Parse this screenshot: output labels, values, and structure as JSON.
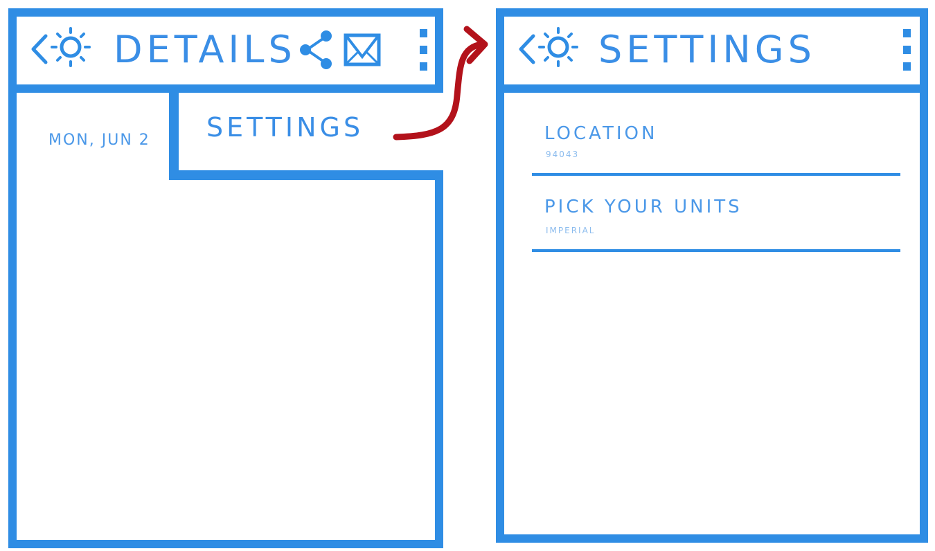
{
  "colors": {
    "frame": "#2f8de4",
    "text": "#3a8ee6",
    "arrow": "#b3121b"
  },
  "details_screen": {
    "title": "DETAILS",
    "icons": [
      "back-arrow-icon",
      "sun-icon",
      "share-icon",
      "mail-icon",
      "overflow-menu-icon"
    ],
    "date_text": "MON, JUN 2",
    "overflow_menu": {
      "items": [
        "SETTINGS"
      ]
    }
  },
  "settings_screen": {
    "title": "SETTINGS",
    "icons": [
      "back-arrow-icon",
      "sun-icon",
      "overflow-menu-icon"
    ],
    "preferences": [
      {
        "title": "LOCATION",
        "summary": "94043"
      },
      {
        "title": "PICK YOUR UNITS",
        "summary": "IMPERIAL"
      }
    ]
  }
}
